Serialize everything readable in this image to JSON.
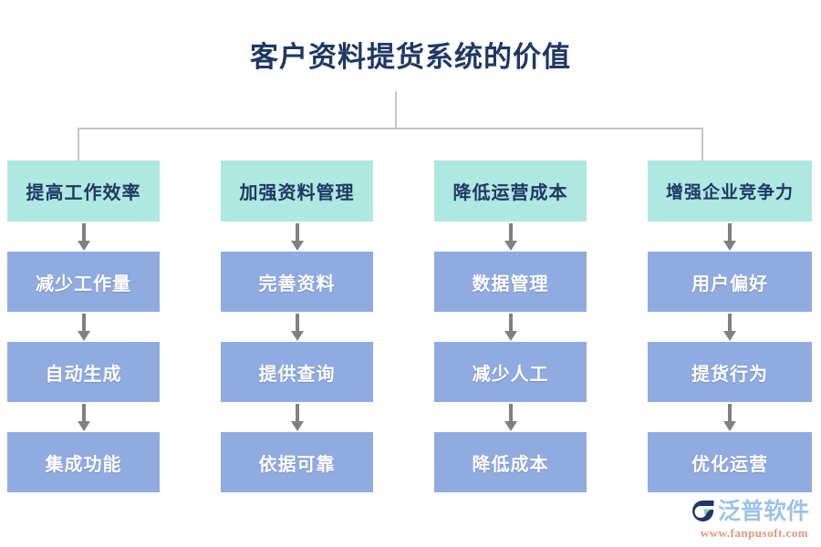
{
  "diagram": {
    "title": "客户资料提货系统的价值",
    "type": "tree-flowchart",
    "colors": {
      "title_text": "#1f3864",
      "branch_header_bg": "#aee8e0",
      "branch_header_text": "#1f3864",
      "node_bg": "#8fabe0",
      "node_text": "#ffffff",
      "connector": "#c6c6c6",
      "arrow": "#808080",
      "background": "#ffffff"
    },
    "branches": [
      {
        "header": "提高工作效率",
        "nodes": [
          "减少工作量",
          "自动生成",
          "集成功能"
        ]
      },
      {
        "header": "加强资料管理",
        "nodes": [
          "完善资料",
          "提供查询",
          "依据可靠"
        ]
      },
      {
        "header": "降低运营成本",
        "nodes": [
          "数据管理",
          "减少人工",
          "降低成本"
        ]
      },
      {
        "header": "增强企业竞争力",
        "nodes": [
          "用户偏好",
          "提货行为",
          "优化运营"
        ]
      }
    ]
  },
  "logo": {
    "name": "泛普软件",
    "url": "www.fanpusoft.com",
    "mark_color": "#1f3864",
    "name_color": "#9dc3e6",
    "url_color": "#e8967a"
  }
}
